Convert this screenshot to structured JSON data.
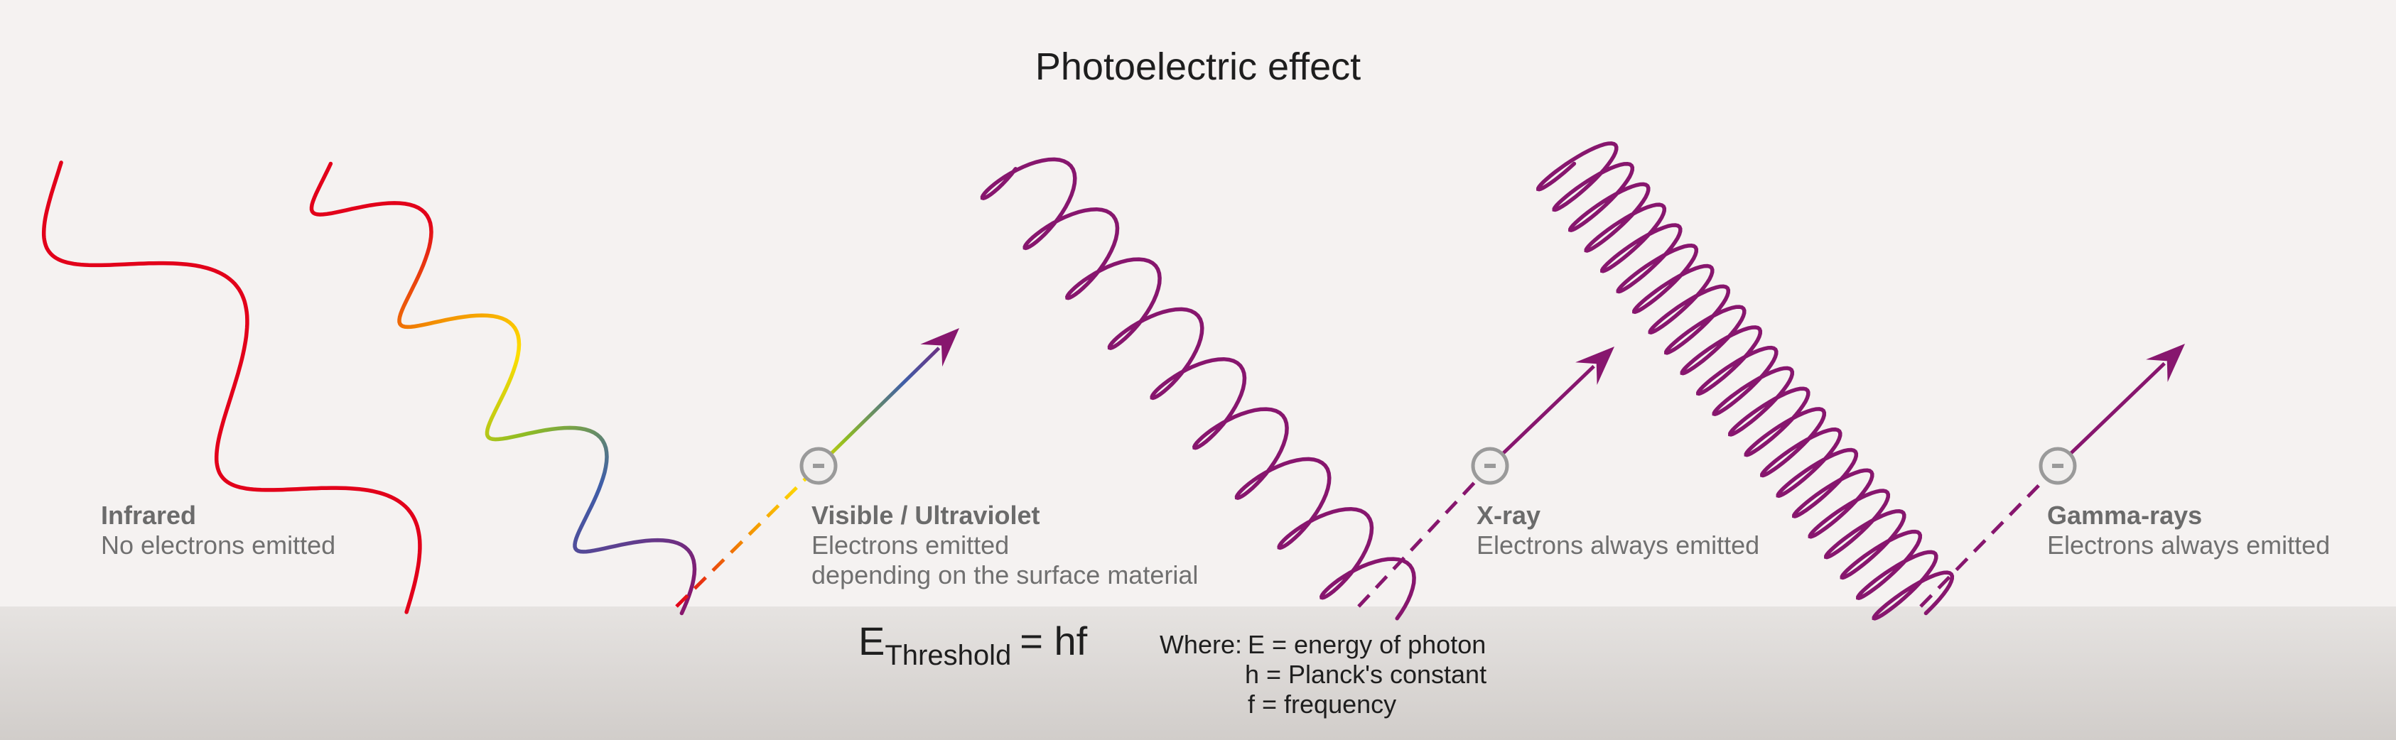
{
  "title": "Photoelectric effect",
  "colors": {
    "background": "#f5f2f1",
    "ground_top": "#e6e3e1",
    "ground_bottom": "#d1cdca",
    "infrared": "#e2001a",
    "photon_high": "#87166e",
    "electron": "#9a9a9a",
    "label_text": "#6b6b6b",
    "visible_gradient": [
      "#e2001a",
      "#f39200",
      "#ffde00",
      "#8dbb25",
      "#3f5ea8",
      "#87166e"
    ]
  },
  "panels": [
    {
      "id": "infrared",
      "title": "Infrared",
      "lines": [
        "No electrons emitted"
      ],
      "electron_emitted": false
    },
    {
      "id": "visible",
      "title": "Visible / Ultraviolet",
      "lines": [
        "Electrons emitted",
        "depending on the surface material"
      ],
      "electron_emitted": true
    },
    {
      "id": "xray",
      "title": "X-ray",
      "lines": [
        "Electrons always emitted"
      ],
      "electron_emitted": true
    },
    {
      "id": "gamma",
      "title": "Gamma-rays",
      "lines": [
        "Electrons always emitted"
      ],
      "electron_emitted": true
    }
  ],
  "electron_symbol": "-",
  "equation": {
    "base": "E",
    "subscript": "Threshold",
    "rhs": "= hf"
  },
  "legend": {
    "prefix": "Where:",
    "items": [
      "E = energy of photon",
      "h = Planck's constant",
      "f = frequency"
    ]
  }
}
